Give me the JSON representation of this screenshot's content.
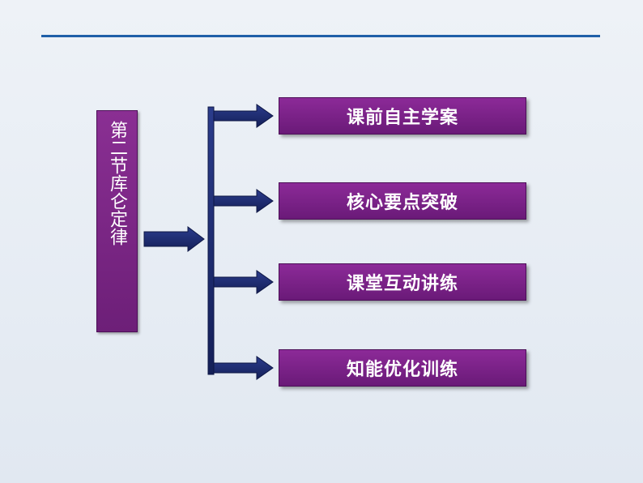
{
  "title": {
    "line1": "第二节",
    "line2": "库仑定律"
  },
  "sections": [
    {
      "label": "课前自主学案"
    },
    {
      "label": "核心要点突破"
    },
    {
      "label": "课堂互动讲练"
    },
    {
      "label": "知能优化训练"
    }
  ],
  "colors": {
    "box_purple": "#7a2286",
    "arrow_navy": "#1c2a6e",
    "rule_blue": "#1f5fa8"
  }
}
